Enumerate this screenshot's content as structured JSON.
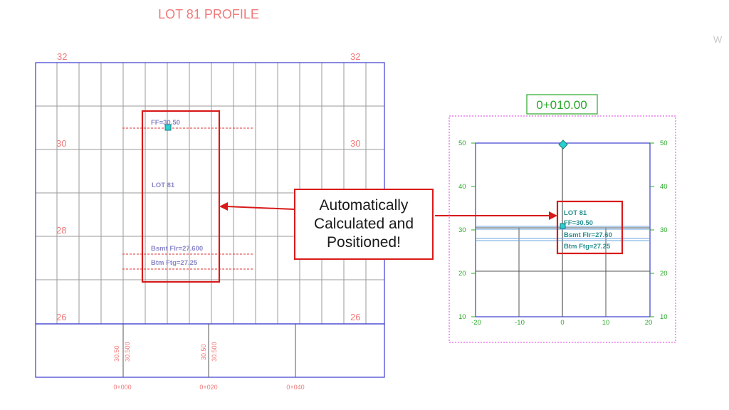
{
  "profile": {
    "title": "LOT 81 PROFILE",
    "elev_labels": {
      "top": "32",
      "upper": "30",
      "middle": "28",
      "bottom": "26"
    },
    "ff_label": "FF=30.50",
    "lot_label": "LOT 81",
    "bsmt_label": "Bsmt Flr=27.600",
    "ftg_label": "Btm Ftg=27.25",
    "band_values": {
      "v1": "30.50",
      "v2": "30.500",
      "v3": "30.50",
      "v4": "30.500"
    },
    "stations": [
      "0+000",
      "0+020",
      "0+040"
    ]
  },
  "callout": {
    "lines": [
      "Automatically",
      "Calculated and",
      "Positioned!"
    ]
  },
  "section": {
    "station_title": "0+010.00",
    "y_ticks": [
      "50",
      "40",
      "30",
      "20",
      "10"
    ],
    "x_ticks": [
      "-20",
      "-10",
      "0",
      "10",
      "20"
    ],
    "lot_label": "LOT 81",
    "ff_label": "FF=30.50",
    "bsmt_label": "Bsmt Flr=27.60",
    "ftg_label": "Btm Ftg=27.25"
  },
  "corner_glyph": "W",
  "colors": {
    "grid_blue": "#3b3bd0",
    "elev_red": "#f07a7a",
    "green": "#2aa82a",
    "magenta": "#e040e0",
    "cyan": "#2ad0d0",
    "callout_red": "#d91a1a",
    "annotation_purple": "#8a86c8"
  }
}
